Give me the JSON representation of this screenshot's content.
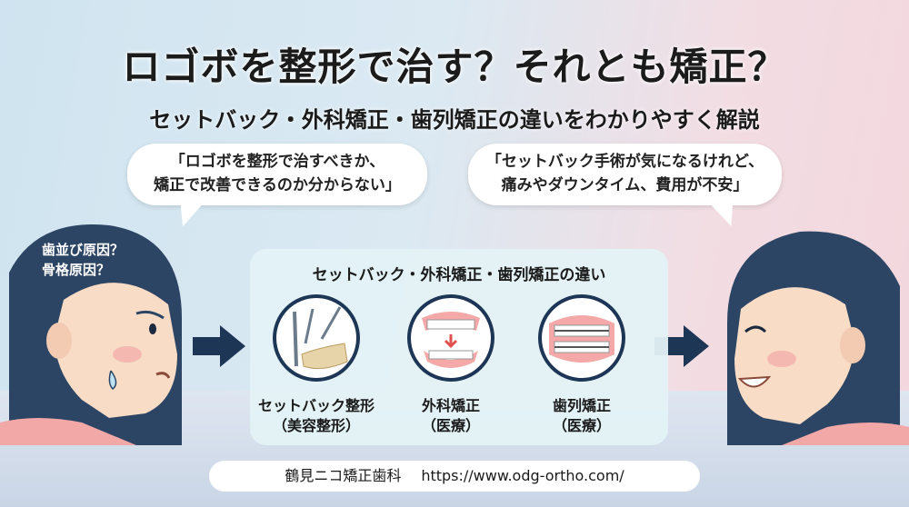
{
  "title": "ロゴボを整形で治す？それとも矯正？",
  "subtitle": "セットバック・外科矯正・歯列矯正の違いをわかりやすく解説",
  "bubbles": {
    "left": {
      "line1": "「ロゴボを整形で治すべきか、",
      "line2": "矯正で改善できるのか分からない」"
    },
    "right": {
      "line1": "「セットバック手術が気になるけれど、",
      "line2": "痛みやダウンタイム、費用が不安」"
    }
  },
  "left_person": {
    "q1": "歯並び原因？",
    "q2": "骨格原因？"
  },
  "panel": {
    "title": "セットバック・外科矯正・歯列矯正の違い",
    "items": [
      {
        "name": "セットバック整形",
        "sub": "（美容整形）",
        "icon": "surgical-tools-jaw-icon"
      },
      {
        "name": "外科矯正",
        "sub": "（医療）",
        "icon": "braces-jaw-surgery-icon"
      },
      {
        "name": "歯列矯正",
        "sub": "（医療）",
        "icon": "braces-teeth-icon"
      }
    ]
  },
  "footer": {
    "clinic": "鶴見ニコ矯正歯科",
    "url": "https://www.odg-ortho.com/"
  },
  "colors": {
    "navy": "#1e3656",
    "hair": "#2d4564",
    "skin": "#f8dcc6",
    "panel": "#e4f2f6"
  }
}
